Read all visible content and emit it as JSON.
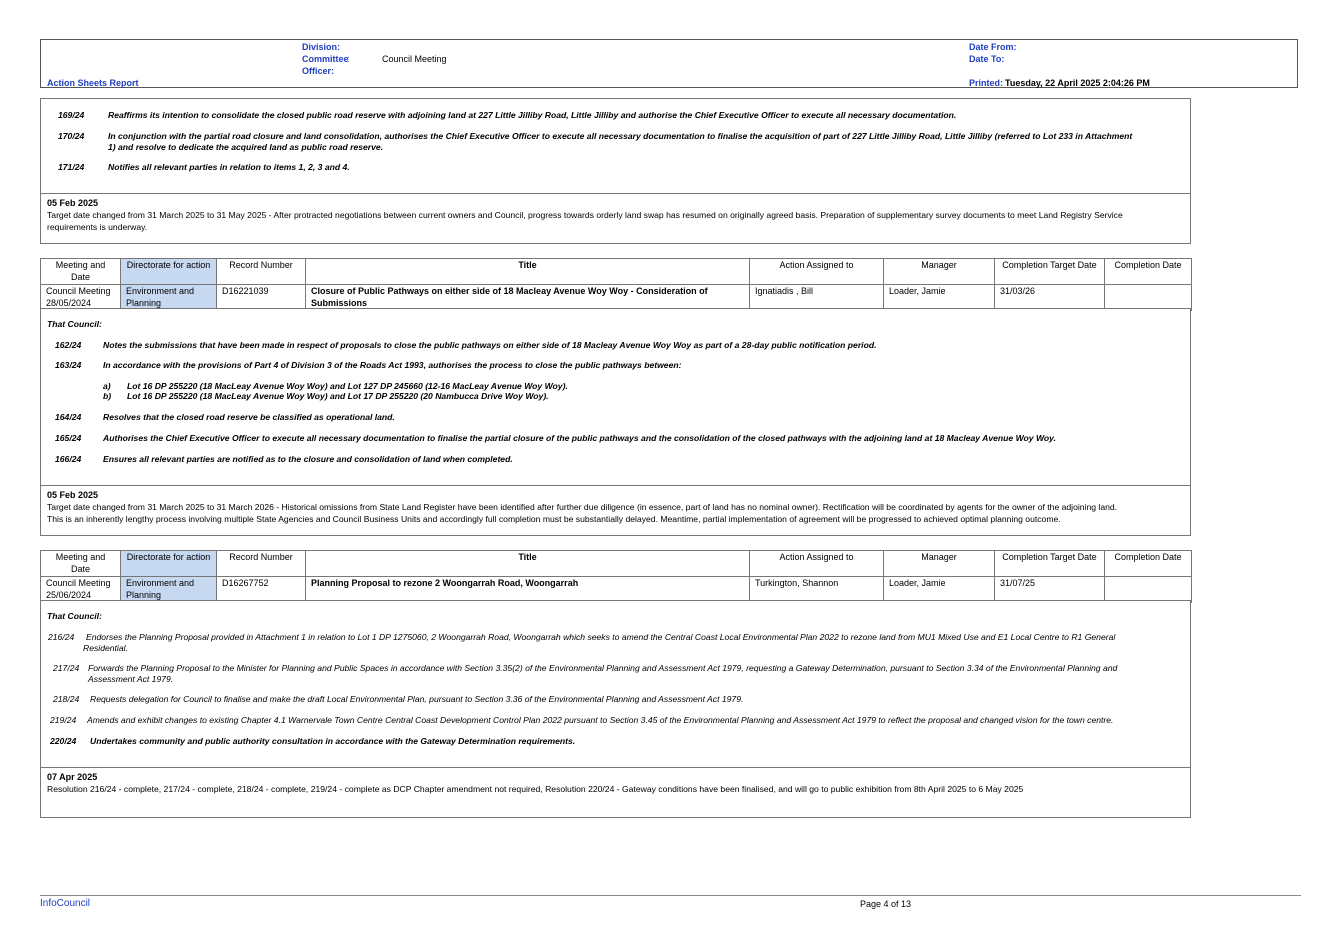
{
  "header": {
    "division_label": "Division:",
    "committee_label": "Committee",
    "committee_colon": ":",
    "committee_value": "Council Meeting",
    "officer_label": "Officer:",
    "report_title": "Action Sheets Report",
    "date_from_label": "Date From:",
    "date_to_label": "Date To:",
    "printed_label": "Printed:",
    "printed_value": "Tuesday, 22 April 2025   2:04:26 PM"
  },
  "block1": {
    "resolutions": [
      {
        "num": "169/24",
        "text": "Reaffirms its intention to consolidate the closed public road reserve with adjoining land at 227 Little Jilliby Road, Little Jilliby and authorise the Chief Executive Officer to execute all necessary documentation."
      },
      {
        "num": "170/24",
        "text": "In conjunction with the partial road closure and land consolidation, authorises the Chief Executive Officer to execute all necessary documentation to finalise the acquisition of part of 227 Little Jilliby Road, Little Jilliby (referred to Lot 233 in Attachment",
        "text2": "1) and resolve to dedicate the acquired land as public road reserve."
      },
      {
        "num": "171/24",
        "text": "Notifies all relevant parties in relation to items 1, 2, 3 and 4."
      }
    ],
    "update_date": "05 Feb 2025",
    "update_line1": "Target date changed from 31 March 2025 to 31 May 2025 - After protracted negotiations between current owners and Council, progress towards orderly land swap has resumed on originally agreed basis. Preparation of supplementary survey documents to meet Land Registry Service",
    "update_line2": "requirements is underway."
  },
  "table_headers": {
    "meeting": "Meeting and Date",
    "directorate": "Directorate for action",
    "record": "Record Number",
    "title": "Title",
    "assigned": "Action Assigned to",
    "manager": "Manager",
    "target": "Completion Target Date",
    "completion": "Completion Date"
  },
  "item2": {
    "meeting": "Council Meeting 28/05/2024",
    "directorate": "Environment and Planning",
    "record": "D16221039",
    "title": "Closure of Public Pathways on either side of 18 Macleay Avenue Woy Woy - Consideration of Submissions",
    "assigned": "Ignatiadis , Bill",
    "manager": "Loader, Jamie",
    "target": "31/03/26",
    "completion": "",
    "that_council": "That Council:",
    "resolutions": [
      {
        "num": "162/24",
        "text": "Notes the submissions that have been made in respect of proposals to close the public pathways on either side of 18 Macleay Avenue Woy Woy as part of a 28-day public notification period."
      },
      {
        "num": "163/24",
        "text": "In accordance with the provisions of Part 4 of Division 3 of the Roads Act 1993, authorises the process to close the public pathways between:"
      },
      {
        "num": "164/24",
        "text": "Resolves that the closed road reserve be classified as operational land."
      },
      {
        "num": "165/24",
        "text": "Authorises the Chief Executive Officer to execute all necessary documentation to finalise the partial closure of the public pathways and the consolidation of the closed pathways with the adjoining land at 18 Macleay Avenue Woy Woy."
      },
      {
        "num": "166/24",
        "text": "Ensures all relevant parties are notified as to the closure and consolidation of land when completed."
      }
    ],
    "sub_items": [
      {
        "letter": "a)",
        "text": "Lot 16 DP 255220 (18 MacLeay Avenue Woy Woy) and Lot 127 DP 245660 (12-16 MacLeay Avenue Woy Woy)."
      },
      {
        "letter": "b)",
        "text": "Lot 16 DP 255220 (18 MacLeay Avenue Woy Woy) and Lot 17 DP 255220 (20 Nambucca Drive Woy Woy)."
      }
    ],
    "update_date": "05 Feb 2025",
    "update_line1": "Target date changed from 31 March 2025 to 31 March 2026 - Historical omissions from State Land Register have been identified after further due diligence (in essence, part of land has no nominal owner). Rectification will be coordinated by agents for the owner of the adjoining land.",
    "update_line2": "This is an inherently lengthy process involving multiple State Agencies and Council Business Units and accordingly full completion must be substantially delayed. Meantime, partial implementation of agreement will be progressed to achieved optimal planning outcome."
  },
  "item3": {
    "meeting": "Council Meeting 25/06/2024",
    "directorate": "Environment and Planning",
    "record": "D16267752",
    "title": "Planning Proposal to rezone 2 Woongarrah Road, Woongarrah",
    "assigned": "Turkington, Shannon",
    "manager": "Loader, Jamie",
    "target": "31/07/25",
    "completion": "",
    "that_council": "That Council:",
    "resolutions": [
      {
        "num": "216/24",
        "text": "Endorses the Planning Proposal provided in Attachment 1 in relation to Lot 1 DP 1275060, 2 Woongarrah Road, Woongarrah which seeks to amend the Central Coast Local Environmental Plan 2022 to rezone land from MU1 Mixed Use and E1 Local Centre to R1 General",
        "text2": "Residential."
      },
      {
        "num": "217/24",
        "text": "Forwards the Planning Proposal to the Minister for Planning and Public Spaces in accordance with Section 3.35(2) of the Environmental Planning and Assessment Act 1979, requesting a Gateway Determination, pursuant to Section 3.34 of the Environmental Planning and",
        "text2": "Assessment Act 1979."
      },
      {
        "num": "218/24",
        "text": "Requests delegation for Council to finalise and make the draft Local Environmental Plan, pursuant to Section 3.36 of the Environmental Planning and Assessment Act 1979."
      },
      {
        "num": "219/24",
        "text": "Amends and exhibit changes to existing Chapter 4.1 Warnervale Town Centre Central Coast Development Control Plan 2022 pursuant to Section 3.45 of the Environmental Planning and Assessment Act 1979 to reflect the proposal and changed vision for the town centre."
      },
      {
        "num": "220/24",
        "text": "Undertakes community and public authority consultation in accordance with the Gateway Determination requirements."
      }
    ],
    "update_date": "07 Apr 2025",
    "update_line1": "Resolution 216/24 - complete, 217/24 - complete, 218/24 - complete, 219/24 - complete as DCP Chapter amendment not required, Resolution 220/24 - Gateway conditions have been finalised, and will go to public exhibition from 8th April 2025 to 6 May 2025"
  },
  "footer": {
    "brand": "InfoCouncil",
    "page": "Page 4 of 13"
  },
  "colors": {
    "label_blue": "#1f3fbf",
    "directorate_bg": "#c6d9f1"
  }
}
